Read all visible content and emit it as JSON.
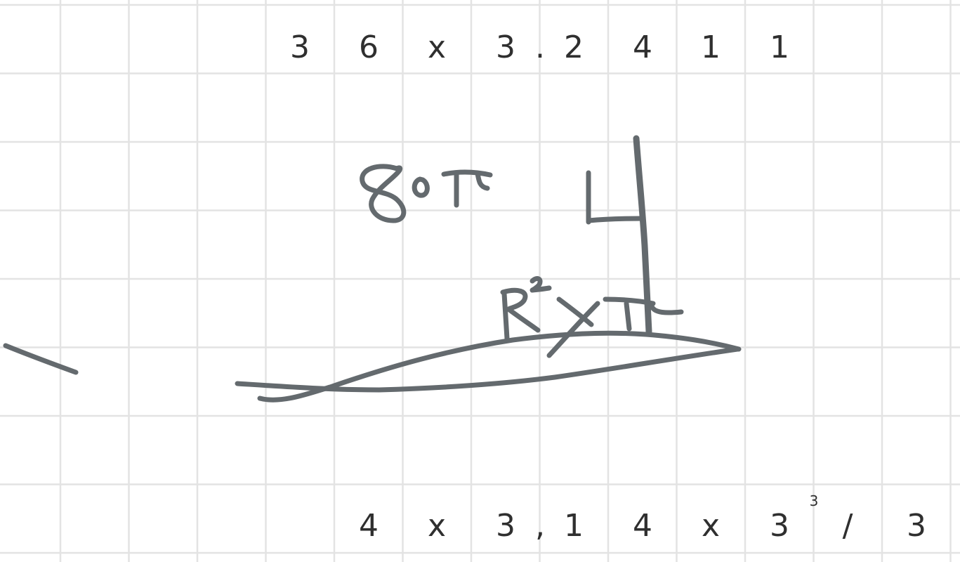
{
  "canvas": {
    "background": "#ffffff",
    "grid_color": "#e3e3e3",
    "ink_color": "#646a6e",
    "text_color": "#2f2f2f"
  },
  "typed_rows": {
    "top": {
      "glyphs": [
        "3",
        "6",
        "x",
        "3",
        ".",
        "2",
        "4",
        "1",
        "1"
      ]
    },
    "bottom": {
      "glyphs": [
        "4",
        "x",
        "3",
        ",",
        "1",
        "4",
        "x",
        "3",
        "3",
        "/",
        "3"
      ]
    }
  },
  "ink_strokes": {
    "handwritten_note": "80π",
    "handwritten_formula": "R² x π"
  }
}
